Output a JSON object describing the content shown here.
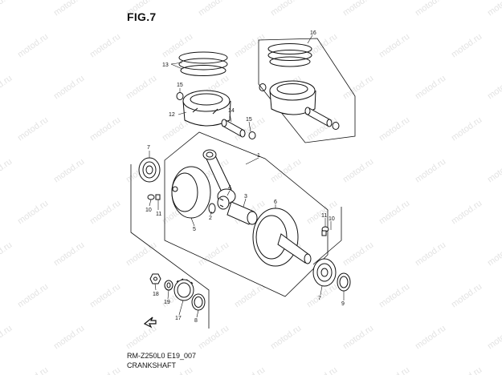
{
  "figure_title": "FIG.7",
  "caption_code": "RM-Z250L0 E19_007",
  "caption_name": "CRANKSHAFT",
  "watermark": "motod.ru",
  "callouts": {
    "c1": "1",
    "c2": "2",
    "c3": "3",
    "c4": "4",
    "c5": "5",
    "c6": "6",
    "c7a": "7",
    "c7b": "7",
    "c8": "8",
    "c9": "9",
    "c10": "10",
    "c11a": "11",
    "c11b": "11",
    "c12": "12",
    "c13": "13",
    "c14": "14",
    "c15a": "15",
    "c15b": "15",
    "c16": "16",
    "c17": "17",
    "c18": "18",
    "c19": "19"
  }
}
